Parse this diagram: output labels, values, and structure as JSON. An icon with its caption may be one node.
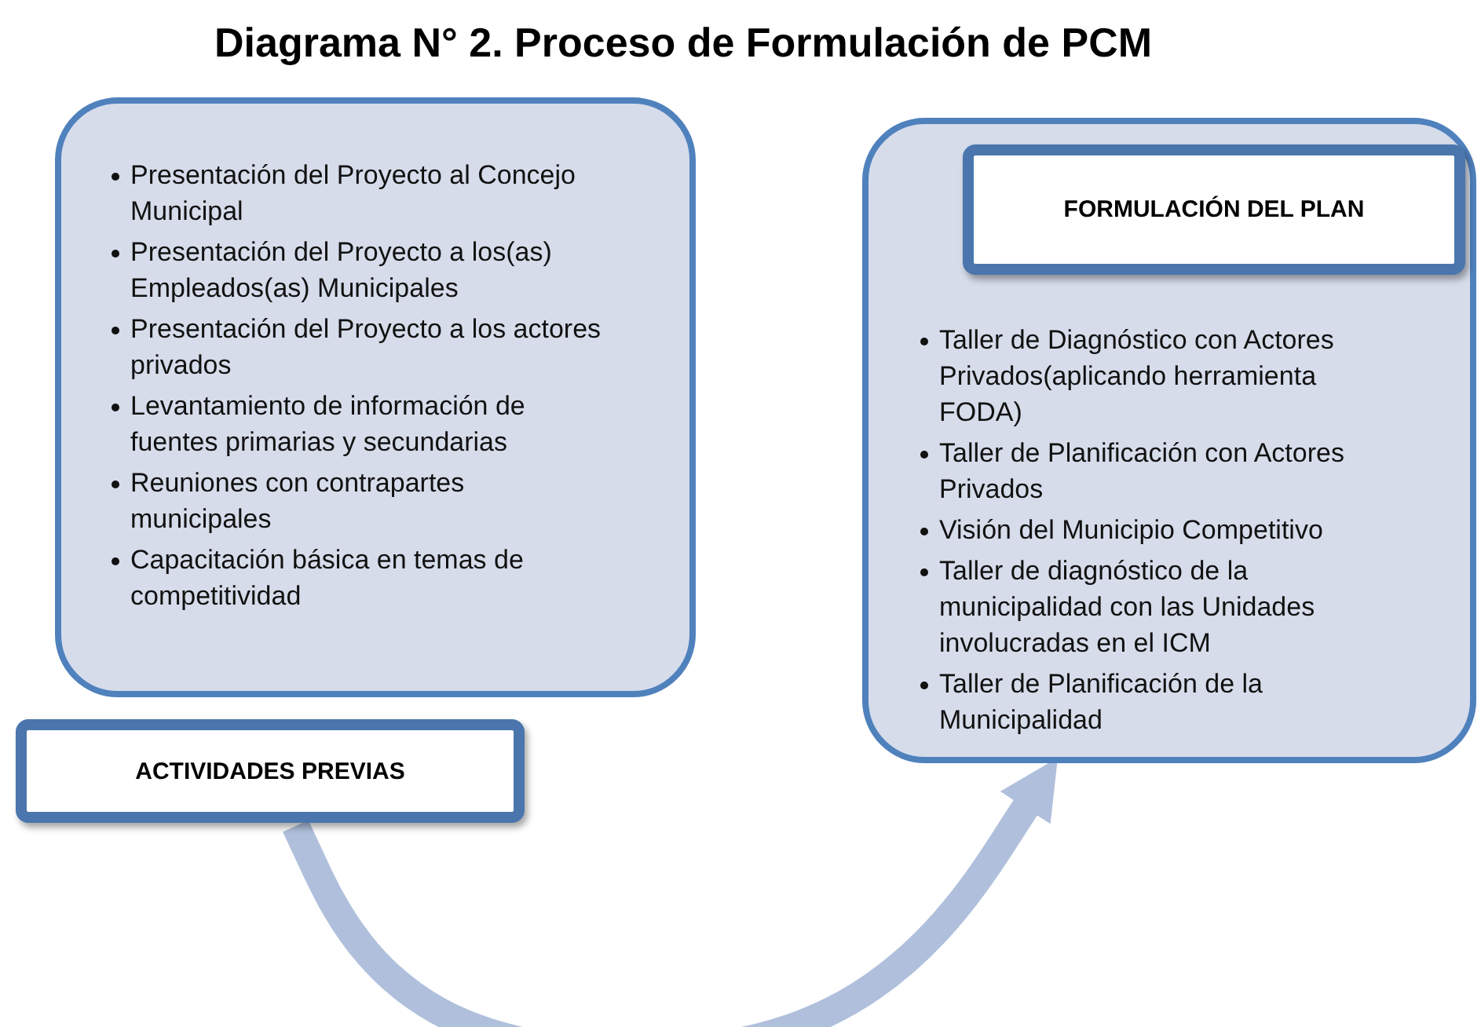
{
  "diagram": {
    "title": "Diagrama N° 2. Proceso de Formulación de PCM",
    "nodes": [
      {
        "text": [
          "Presentación del Proyecto al Concejo Municipal",
          "Presentación del Proyecto a los(as) Empleados(as)  Municipales",
          "Presentación del Proyecto a los actores privados",
          "Levantamiento de información de fuentes primarias y secundarias",
          "Reuniones con contrapartes municipales",
          "Capacitación básica en temas de competitividad"
        ]
      },
      {
        "text": [
          "ACTIVIDADES  PREVIAS"
        ]
      },
      {
        "text": [
          "Taller de Diagnóstico con Actores Privados(aplicando herramienta FODA)",
          "Taller de Planificación con Actores Privados",
          "Visión del Municipio Competitivo",
          "Taller de diagnóstico de la municipalidad con las Unidades involucradas en el  ICM",
          "Taller de Planificación de la Municipalidad"
        ]
      },
      {
        "text": [
          "FORMULACIÓN DEL PLAN"
        ],
        "in": 2
      }
    ],
    "edges": [
      {
        "from": 1,
        "to": 2,
        "arrow": "to"
      }
    ]
  }
}
